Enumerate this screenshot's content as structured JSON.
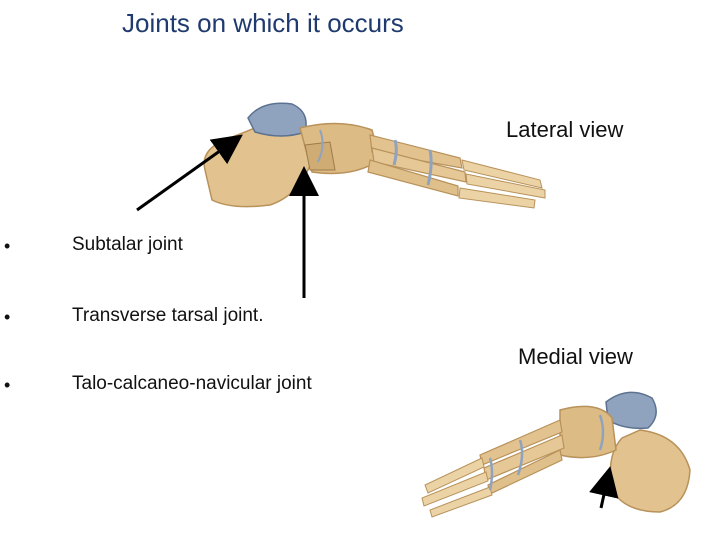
{
  "title": "Joints on which it occurs",
  "views": {
    "lateral": "Lateral view",
    "medial": "Medial  view"
  },
  "bullets": [
    {
      "marker": "•",
      "text": "Subtalar joint"
    },
    {
      "marker": "•",
      "text": "Transverse tarsal joint."
    },
    {
      "marker": "•",
      "text": "Talo-calcaneo-navicular joint"
    }
  ],
  "colors": {
    "title": "#1f3a6e",
    "bone": "#e2c28f",
    "bone_shade": "#b8925a",
    "cartilage": "#8fa3bf",
    "arrow": "#000000"
  }
}
